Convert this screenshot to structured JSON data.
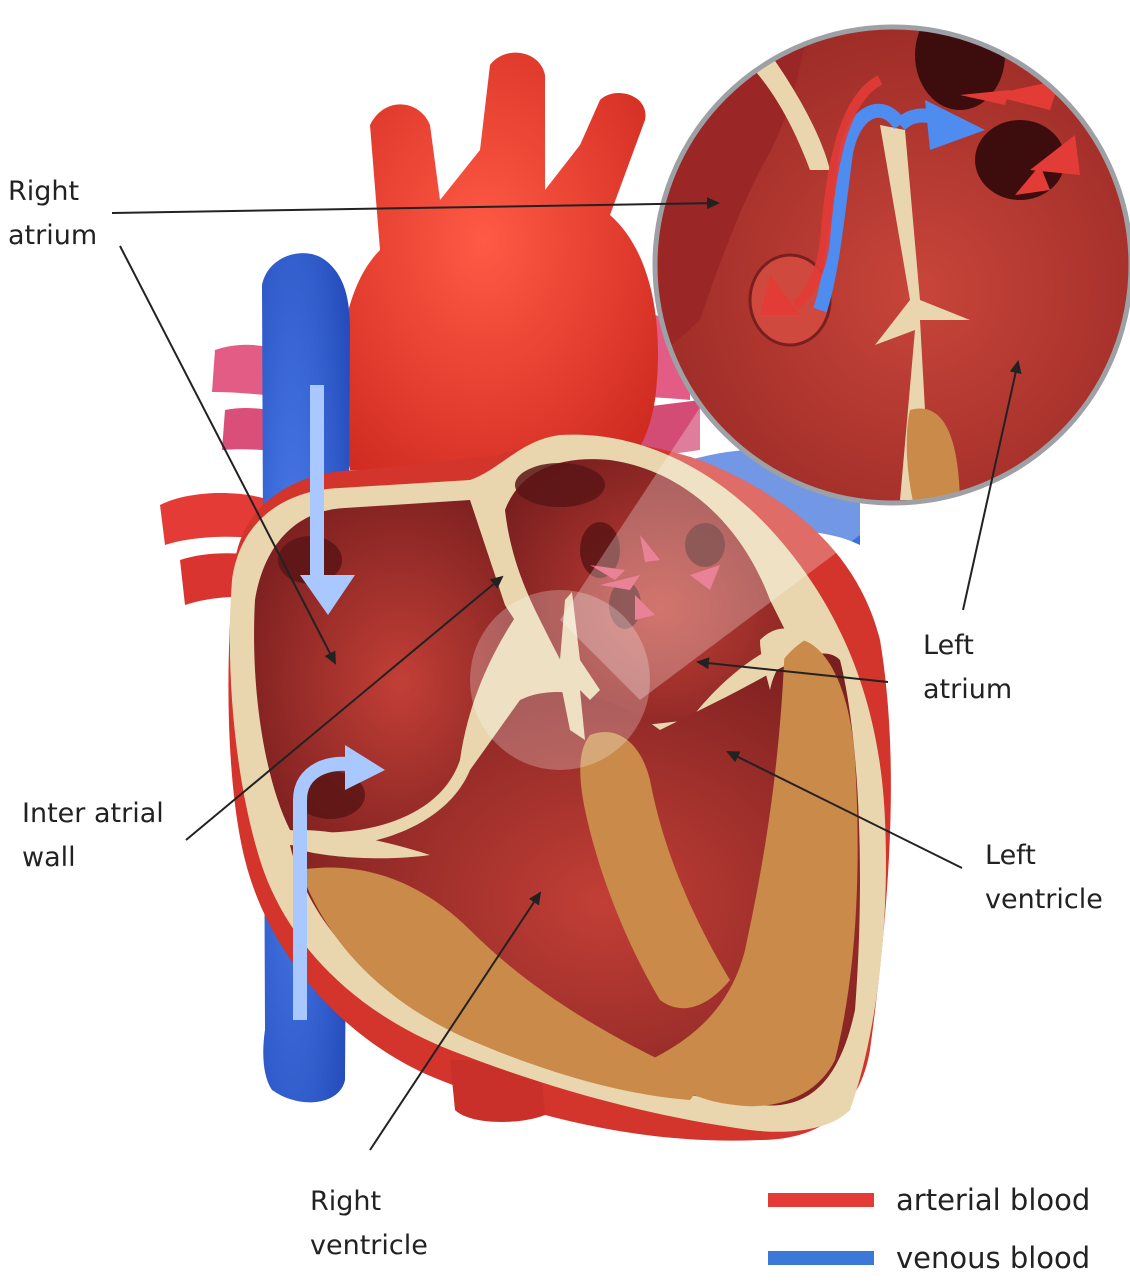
{
  "labels": {
    "right_atrium": [
      "Right",
      "atrium"
    ],
    "left_atrium": [
      "Left",
      "atrium"
    ],
    "inter_atrial_wall": [
      "Inter atrial",
      "wall"
    ],
    "left_ventricle": [
      "Left",
      "ventricle"
    ],
    "right_ventricle": [
      "Right",
      "ventricle"
    ]
  },
  "legend": [
    {
      "label": "arterial blood",
      "color": "#e53b36"
    },
    {
      "label": "venous blood",
      "color": "#3b78d8"
    }
  ],
  "colors": {
    "arterial": "#e53b36",
    "venous": "#3b6fdc",
    "pulmonary": "#e35c86",
    "myocardium": "#c98a4a",
    "wall_outline": "#e9d6ae",
    "chamber": "#9a2a28"
  }
}
